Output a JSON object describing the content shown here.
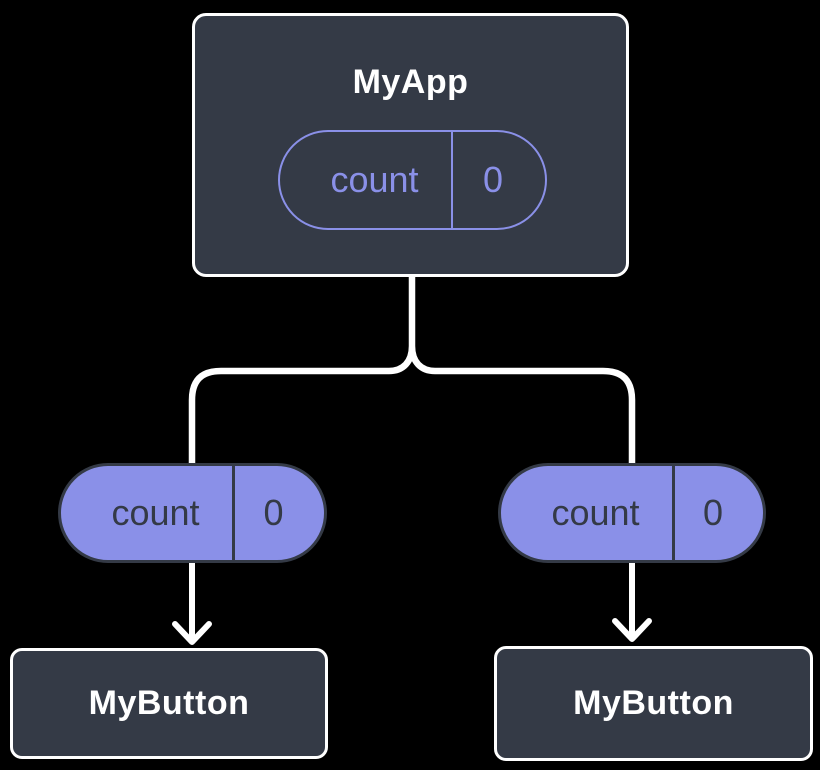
{
  "colors": {
    "page_bg": "#000000",
    "box_bg": "#343a46",
    "box_border": "#ffffff",
    "title_text": "#ffffff",
    "pill_fill": "#8a90e8",
    "pill_accent": "#8a90e8",
    "pill_dark": "#343a46",
    "connector": "#ffffff"
  },
  "diagram": {
    "root": {
      "title": "MyApp",
      "state": {
        "name": "count",
        "value": "0"
      }
    },
    "left_prop": {
      "name": "count",
      "value": "0"
    },
    "right_prop": {
      "name": "count",
      "value": "0"
    },
    "left_child": {
      "title": "MyButton"
    },
    "right_child": {
      "title": "MyButton"
    }
  }
}
